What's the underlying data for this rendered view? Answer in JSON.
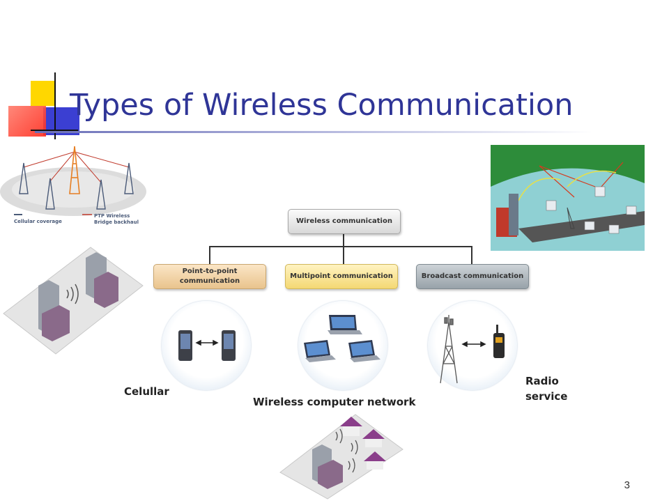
{
  "slide": {
    "title": "Types of Wireless Communication",
    "page_number": "3"
  },
  "diagram": {
    "root": "Wireless communication",
    "branches": [
      {
        "label": "Point-to-point communication",
        "color": "#f3d8b0"
      },
      {
        "label": "Multipoint communication",
        "color": "#fbe6a2"
      },
      {
        "label": "Broadcast communication",
        "color": "#aeb7bd"
      }
    ]
  },
  "labels": {
    "cellular": "Celullar",
    "wireless_network": "Wireless computer network",
    "radio": "Radio\nservice"
  },
  "tower_image": {
    "legend_left": "Cellular coverage",
    "legend_right_line1": "PTP Wireless",
    "legend_right_line2": "Bridge backhaul"
  },
  "colors": {
    "title": "#2f3597",
    "accent_yellow": "#ffcc00",
    "accent_blue": "#2f35c8",
    "accent_red": "#ff3b30"
  }
}
